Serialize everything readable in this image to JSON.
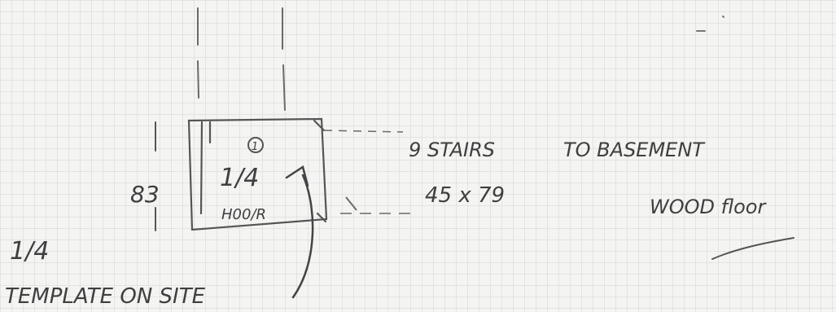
{
  "sketch": {
    "dimensions": {
      "vertical": "83",
      "stair_count_label": "9 STAIRS",
      "stair_size": "45 x 79",
      "side_mark": "1"
    },
    "room_label": {
      "marker": "1",
      "fraction": "1/4",
      "bottom_label": "H00/R"
    },
    "notes": {
      "destination": "TO BASEMENT",
      "floor": "WOOD floor",
      "fraction": "1/4",
      "template": "TEMPLATE ON SITE"
    }
  }
}
